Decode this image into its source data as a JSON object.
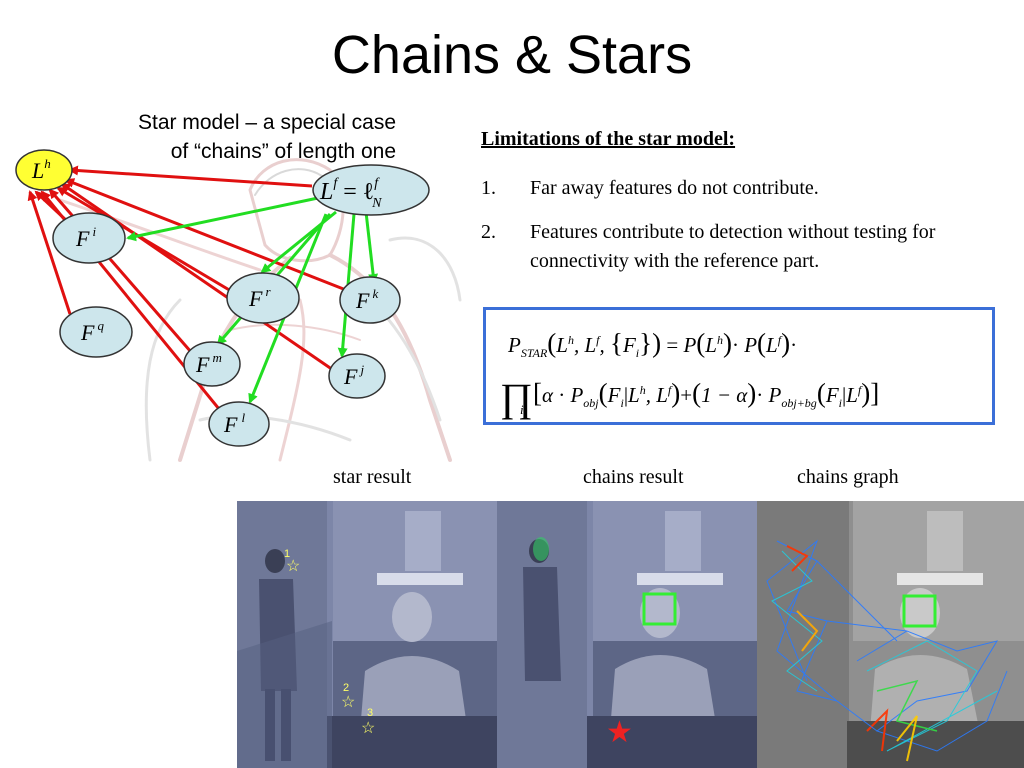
{
  "slide": {
    "title": "Chains & Stars",
    "star_caption_line1": "Star model – a special case",
    "star_caption_line2": "of “chains” of length one"
  },
  "diagram": {
    "nodes": [
      {
        "id": "Lh",
        "base": "L",
        "sup": "h",
        "fill": "#ffff33"
      },
      {
        "id": "Lf",
        "base": "L",
        "sup": "f",
        "rhs": "= ℓ",
        "rhs_sup": "f",
        "rhs_sub": "N",
        "fill": "#cde6ec"
      },
      {
        "id": "Fi",
        "base": "F",
        "sup": "i",
        "fill": "#cde6ec"
      },
      {
        "id": "Fr",
        "base": "F",
        "sup": "r",
        "fill": "#cde6ec"
      },
      {
        "id": "Fk",
        "base": "F",
        "sup": "k",
        "fill": "#cde6ec"
      },
      {
        "id": "Fq",
        "base": "F",
        "sup": "q",
        "fill": "#cde6ec"
      },
      {
        "id": "Fm",
        "base": "F",
        "sup": "m",
        "fill": "#cde6ec"
      },
      {
        "id": "Fj",
        "base": "F",
        "sup": "j",
        "fill": "#cde6ec"
      },
      {
        "id": "Fl",
        "base": "F",
        "sup": "l",
        "fill": "#cde6ec"
      }
    ],
    "red_edges_to_Lh_from": [
      "Lf",
      "Fi",
      "Fr",
      "Fk",
      "Fq",
      "Fm",
      "Fj",
      "Fl"
    ],
    "green_edges_from_Lf_to": [
      "Fi",
      "Fr",
      "Fk",
      "Fm",
      "Fj",
      "Fl"
    ],
    "colors": {
      "red": "#e01010",
      "green": "#22dd22"
    }
  },
  "limitations": {
    "heading": "Limitations of the star model:",
    "items": [
      {
        "num": "1.",
        "text": "Far away features do not contribute."
      },
      {
        "num": "2.",
        "text": "Features contribute to detection without testing for connectivity with the reference part."
      }
    ]
  },
  "formula": {
    "border_color": "#3b6fd8",
    "P": "P",
    "star_sub": "STAR",
    "L": "L",
    "h": "h",
    "f": "f",
    "F": "F",
    "i": "i",
    "eq": "=",
    "dot": "·",
    "alpha": "α",
    "obj_sub": "obj",
    "objbg_sub": "obj+bg",
    "one_minus": "1 − α",
    "plus": "+",
    "bar": "|",
    "comma": ","
  },
  "photos": {
    "labels": [
      "star result",
      "chains result",
      "chains graph"
    ],
    "star_marks": [
      "1",
      "2",
      "3"
    ]
  }
}
